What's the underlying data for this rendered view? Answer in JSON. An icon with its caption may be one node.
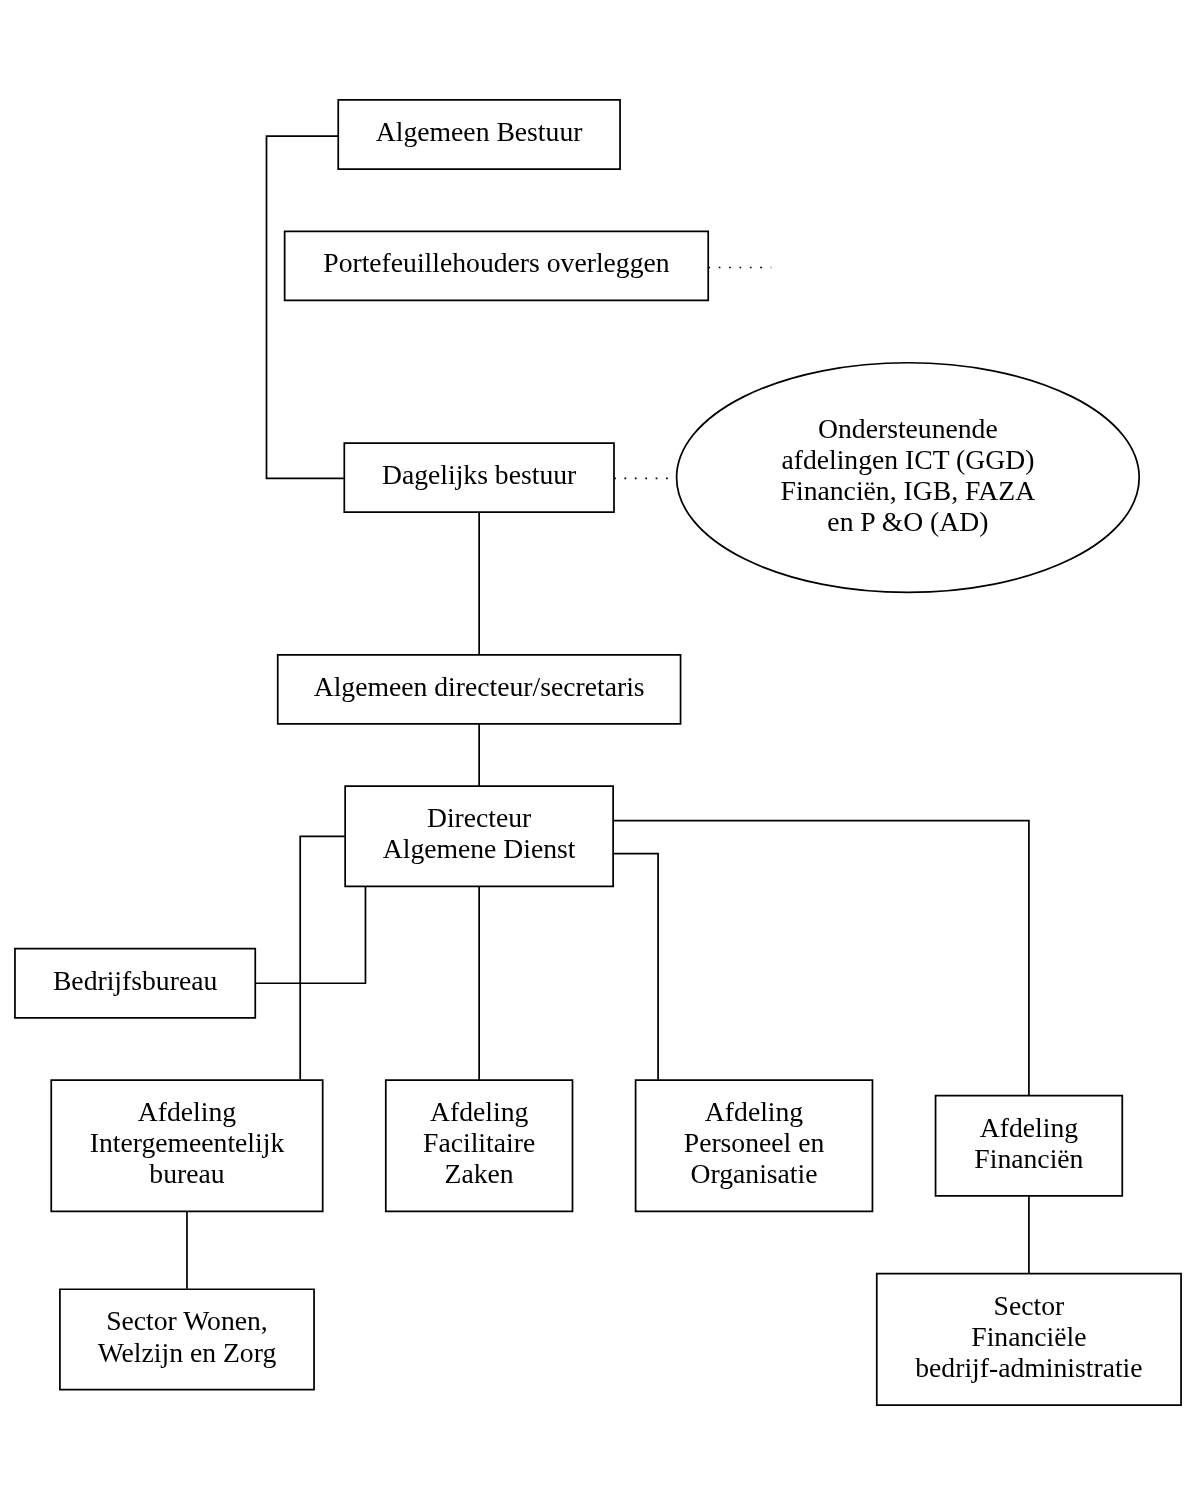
{
  "diagram": {
    "nodes": [
      {
        "text": [
          "Algemeen Bestuur"
        ]
      },
      {
        "text": [
          "Portefeuillehouders overleggen"
        ]
      },
      {
        "text": [
          "Dagelijks bestuur"
        ]
      },
      {
        "text": [
          "Ondersteunende afdelingen ICT (GGD) Financiën, IGB, FAZA en P &O (AD)"
        ]
      },
      {
        "text": [
          "Algemeen directeur/secretaris"
        ]
      },
      {
        "text": [
          "Directeur Algemene Dienst"
        ]
      },
      {
        "text": [
          "Bedrijfsbureau"
        ]
      },
      {
        "text": [
          "Afdeling Intergemeentelijk bureau"
        ]
      },
      {
        "text": [
          "Afdeling Facilitaire Zaken"
        ]
      },
      {
        "text": [
          "Afdeling Personeel en Organisatie"
        ]
      },
      {
        "text": [
          "Afdeling Financiën"
        ]
      },
      {
        "text": [
          "Sector Wonen, Welzijn en Zorg"
        ]
      },
      {
        "text": [
          "Sector Financiële bedrijf-administratie"
        ]
      }
    ],
    "edges": [
      {
        "from": 0,
        "to": 2,
        "arrow": "none"
      },
      {
        "from": 1,
        "to": null,
        "arrow": "none",
        "style": "dashed"
      },
      {
        "from": 2,
        "to": 3,
        "arrow": "none",
        "style": "dashed"
      },
      {
        "from": 2,
        "to": 4,
        "arrow": "none"
      },
      {
        "from": 4,
        "to": 5,
        "arrow": "none"
      },
      {
        "from": 5,
        "to": 6,
        "arrow": "none"
      },
      {
        "from": 5,
        "to": 7,
        "arrow": "none"
      },
      {
        "from": 5,
        "to": 8,
        "arrow": "none"
      },
      {
        "from": 5,
        "to": 9,
        "arrow": "none"
      },
      {
        "from": 5,
        "to": 10,
        "arrow": "none"
      },
      {
        "from": 7,
        "to": 11,
        "arrow": "none"
      },
      {
        "from": 10,
        "to": 12,
        "arrow": "none"
      }
    ]
  }
}
